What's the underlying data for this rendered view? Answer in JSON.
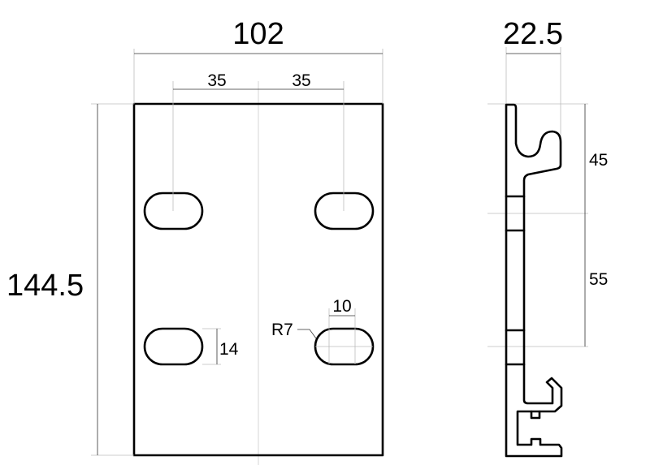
{
  "front_view": {
    "width_dim": "102",
    "height_dim": "144.5",
    "slot_offset_left": "35",
    "slot_offset_right": "35",
    "slot_height_dim": "14",
    "slot_length_dim": "10",
    "slot_radius_dim": "R7"
  },
  "side_view": {
    "depth_dim": "22.5",
    "upper_spacing_dim": "45",
    "lower_spacing_dim": "55"
  },
  "colors": {
    "line": "#000000",
    "construction": "#bbbbbb"
  }
}
